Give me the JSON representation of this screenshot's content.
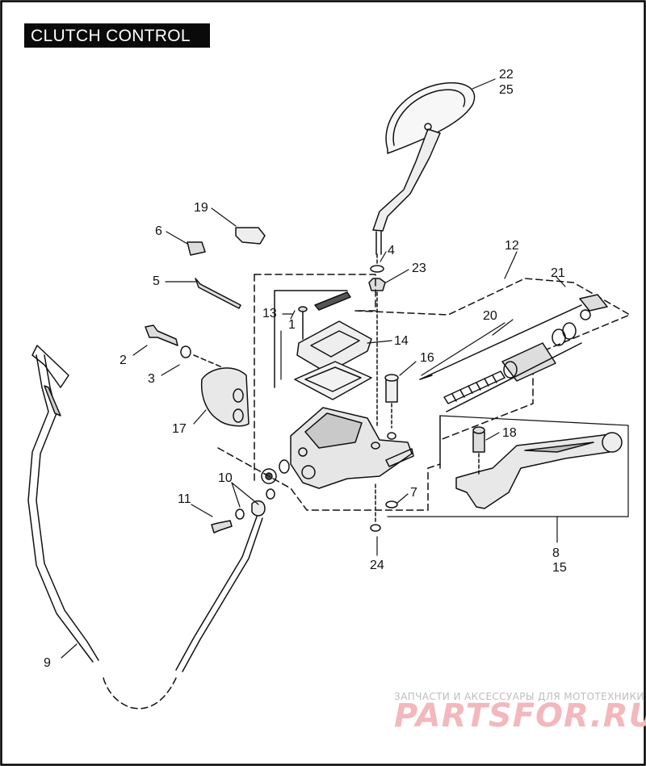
{
  "title": "CLUTCH CONTROL",
  "callouts": {
    "c1": "1",
    "c2": "2",
    "c3": "3",
    "c4": "4",
    "c5": "5",
    "c6": "6",
    "c7": "7",
    "c8": "8",
    "c9": "9",
    "c10": "10",
    "c11": "11",
    "c12": "12",
    "c13": "13",
    "c14": "14",
    "c15": "15",
    "c16": "16",
    "c17": "17",
    "c18": "18",
    "c19": "19",
    "c20": "20",
    "c21": "21",
    "c22": "22",
    "c23": "23",
    "c24": "24",
    "c25": "25"
  },
  "watermark": {
    "tagline": "ЗАПЧАСТИ И АКСЕССУАРЫ ДЛЯ МОТОТЕХНИКИ",
    "brand": "PARTSFOR.RU"
  },
  "colors": {
    "ink": "#111111",
    "frame": "#000000",
    "watermark": "#f2b8bd"
  }
}
